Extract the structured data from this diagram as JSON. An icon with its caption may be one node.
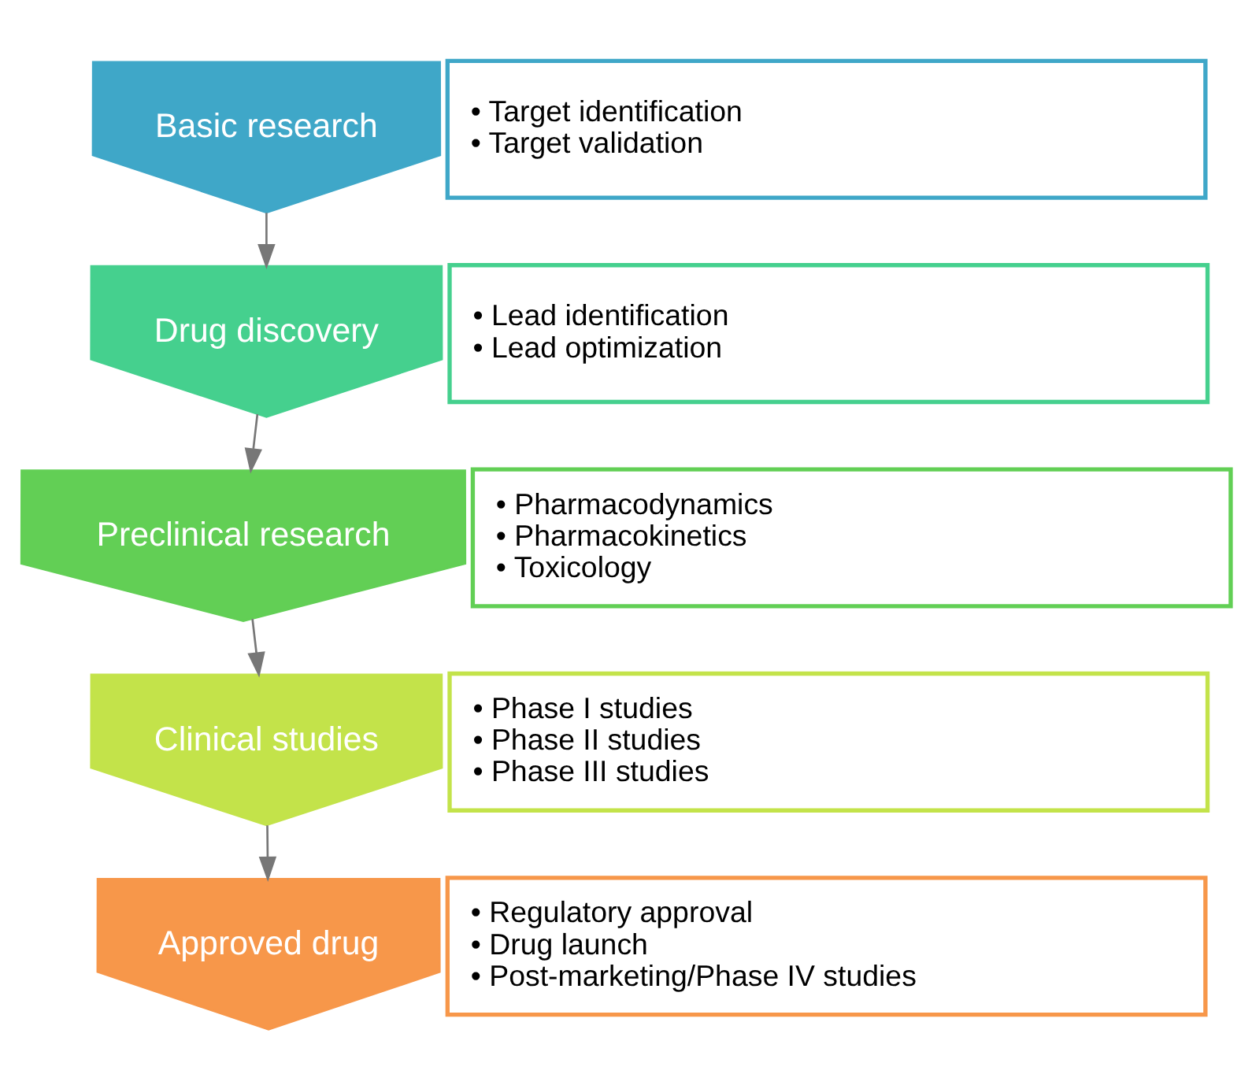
{
  "diagram": {
    "nodes": [
      {
        "text": [
          "Basic research"
        ]
      },
      {
        "text": [
          "• Target identification",
          "• Target validation"
        ]
      },
      {
        "text": [
          "Drug discovery"
        ]
      },
      {
        "text": [
          "• Lead identification",
          "• Lead optimization"
        ]
      },
      {
        "text": [
          "Preclinical research"
        ]
      },
      {
        "text": [
          "• Pharmacodynamics",
          "• Pharmacokinetics",
          "• Toxicology"
        ]
      },
      {
        "text": [
          "Clinical studies"
        ]
      },
      {
        "text": [
          "• Phase I studies",
          "• Phase II studies",
          "• Phase III studies"
        ]
      },
      {
        "text": [
          "Approved drug"
        ]
      },
      {
        "text": [
          "• Regulatory approval",
          "• Drug launch",
          "• Post-marketing/Phase IV studies"
        ]
      }
    ],
    "edges": [
      {
        "from": 0,
        "to": 2,
        "arrow": "to"
      },
      {
        "from": 2,
        "to": 4,
        "arrow": "to"
      },
      {
        "from": 4,
        "to": 6,
        "arrow": "to"
      },
      {
        "from": 6,
        "to": 8,
        "arrow": "to"
      }
    ]
  }
}
